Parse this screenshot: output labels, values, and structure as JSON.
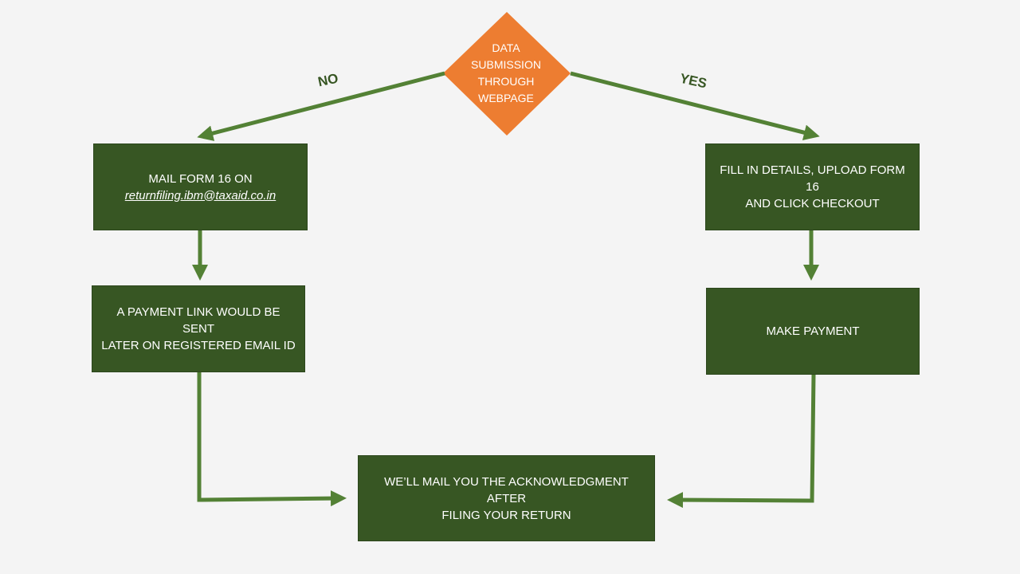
{
  "decision": {
    "lines": [
      "DATA",
      "SUBMISSION",
      "THROUGH",
      "WEBPAGE"
    ],
    "color": "#ed7d31"
  },
  "branches": {
    "no_label": "NO",
    "yes_label": "YES"
  },
  "no_path": {
    "mail_form": {
      "line1": "MAIL FORM 16 ON",
      "email": "returnfiling.ibm@taxaid.co.in"
    },
    "payment_link": {
      "line1": "A PAYMENT LINK WOULD BE SENT",
      "line2": "LATER ON REGISTERED  EMAIL ID"
    }
  },
  "yes_path": {
    "fill_details": {
      "line1": "FILL IN DETAILS,  UPLOAD FORM 16",
      "line2": "AND CLICK CHECKOUT"
    },
    "make_payment": {
      "line1": "MAKE PAYMENT"
    }
  },
  "final": {
    "line1": "WE’LL MAIL YOU THE ACKNOWLEDGMENT  AFTER",
    "line2": "FILING YOUR RETURN"
  },
  "colors": {
    "box_fill": "#375623",
    "arrow": "#538135",
    "background": "#f4f4f4"
  }
}
